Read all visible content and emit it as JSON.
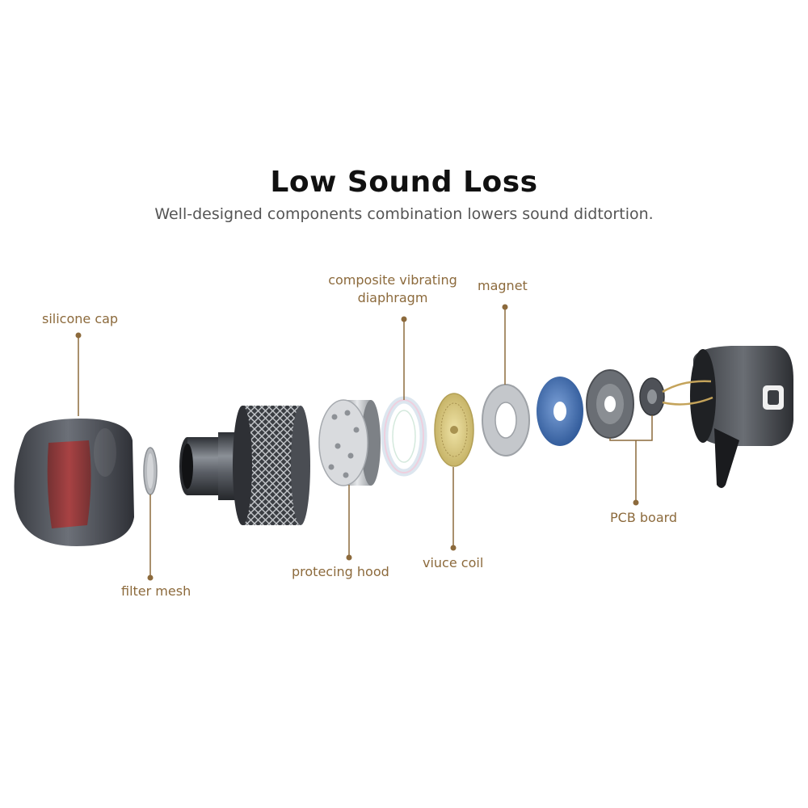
{
  "header": {
    "title": "Low Sound Loss",
    "subtitle": "Well-designed components combination lowers sound didtortion."
  },
  "colors": {
    "label": "#8c6a3c",
    "leader": "#8c6a3c",
    "title": "#111111",
    "subtitle": "#555555"
  },
  "labels": {
    "silicone_cap": "silicone cap",
    "filter_mesh": "filter mesh",
    "protecting_hood": "protecing hood",
    "diaphragm_line1": "composite vibrating",
    "diaphragm_line2": "diaphragm",
    "voice_coil": "viuce coil",
    "magnet": "magnet",
    "pcb_board": "PCB board"
  }
}
